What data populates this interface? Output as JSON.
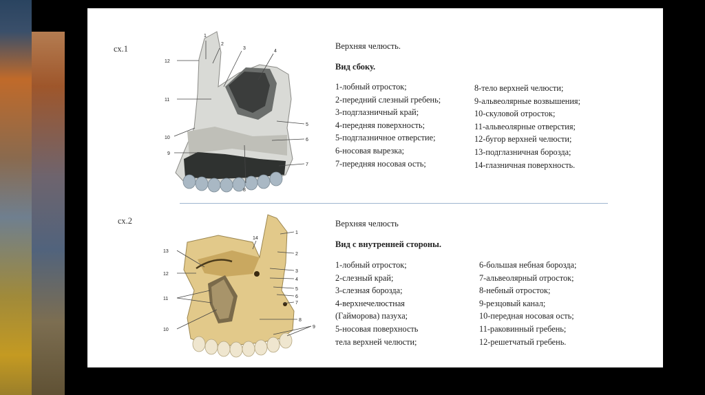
{
  "fig1": {
    "label": "сх.1",
    "title": "Верхняя челюсть.",
    "subtitle": "Вид сбоку.",
    "numbers": [
      "1",
      "2",
      "3",
      "4",
      "5",
      "6",
      "7",
      "8",
      "9",
      "10",
      "11",
      "12"
    ],
    "col1": [
      "1-лобный отросток;",
      "2-передний слезный гребень;",
      "3-подглазничный край;",
      "4-передняя поверхность;",
      "5-подглазничное отверстие;",
      "6-носовая вырезка;",
      "7-передняя носовая ость;"
    ],
    "col2": [
      "8-тело верхней челюсти;",
      "9-альвеолярные возвышения;",
      "10-скуловой отросток;",
      "11-альвеолярные отверстия;",
      "12-бугор верхней челюсти;",
      "13-подглазничная борозда;",
      "14-глазничная поверхность."
    ]
  },
  "fig2": {
    "label": "сх.2",
    "title": "Верхняя челюсть",
    "subtitle": "Вид с внутренней стороны.",
    "numbers": [
      "1",
      "2",
      "3",
      "4",
      "5",
      "6",
      "7",
      "8",
      "9",
      "10",
      "11",
      "12",
      "13",
      "14"
    ],
    "col1": [
      "1-лобный отросток;",
      "2-слезный край;",
      "3-слезная борозда;",
      "4-верхнечелюстная",
      "(Гайморова) пазуха;",
      "5-носовая поверхность",
      "тела верхней челюсти;"
    ],
    "col2": [
      "6-большая небная борозда;",
      "7-альвеолярный отросток;",
      "8-небный отросток;",
      "9-резцовый канал;",
      "10-передная носовая ость;",
      "11-раковинный гребень;",
      "12-решетчатый гребень."
    ]
  },
  "colors": {
    "bone1": "#d9dad6",
    "bone2": "#e2c98a",
    "divider": "#9fb6cf"
  }
}
